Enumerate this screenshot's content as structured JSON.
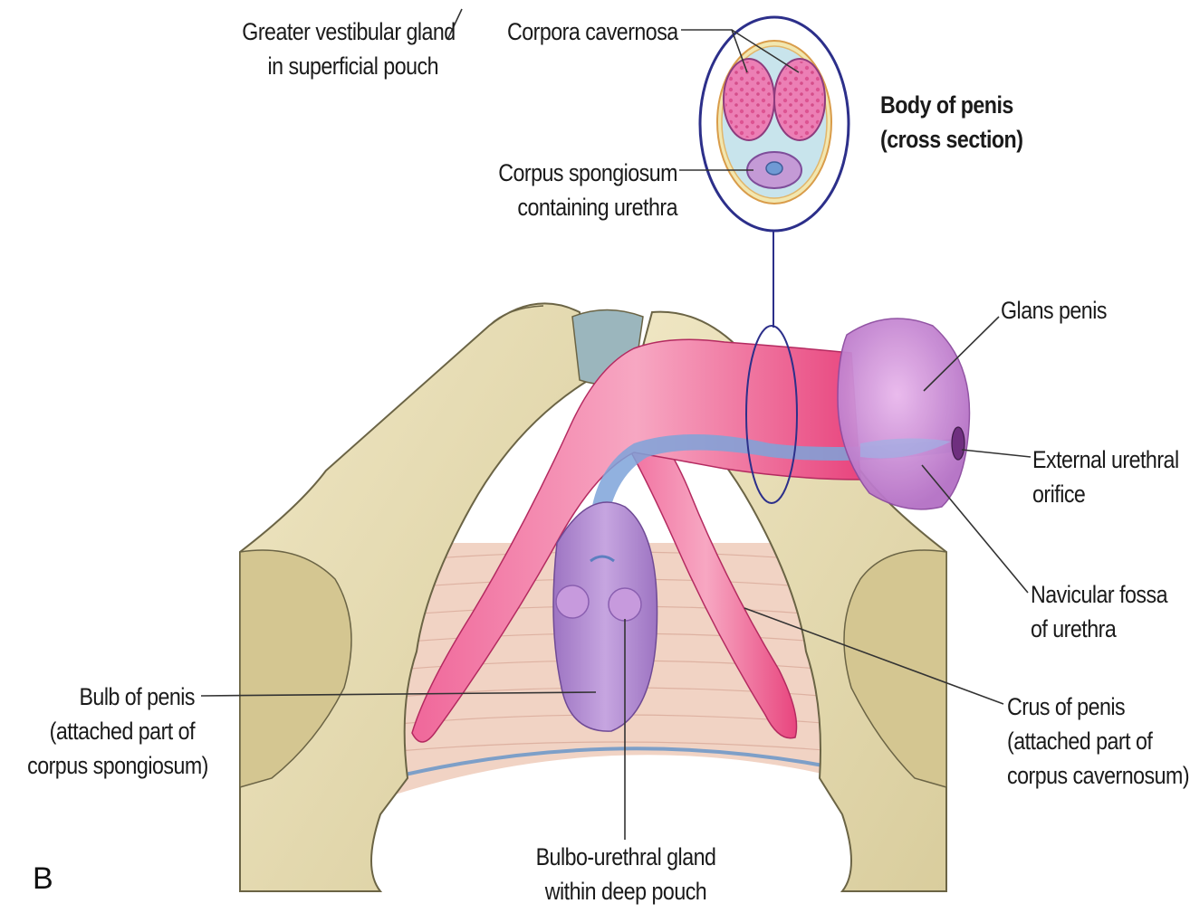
{
  "figure_panel": "B",
  "labels": {
    "greater_vestibular": [
      "Greater vestibular gland",
      "in superficial pouch"
    ],
    "corpora_cavernosa": [
      "Corpora cavernosa"
    ],
    "body_of_penis": [
      "Body of penis",
      "(cross section)"
    ],
    "corpus_spongiosum": [
      "Corpus spongiosum",
      "containing urethra"
    ],
    "glans_penis": [
      "Glans penis"
    ],
    "external_urethral": [
      "External urethral",
      "orifice"
    ],
    "navicular_fossa": [
      "Navicular fossa",
      "of urethra"
    ],
    "bulb_of_penis": [
      "Bulb of penis",
      "(attached part of",
      "corpus spongiosum)"
    ],
    "crus_of_penis": [
      "Crus of penis",
      "(attached part of",
      "corpus cavernosum)"
    ],
    "bulbo_urethral": [
      "Bulbo-urethral gland",
      "within deep pouch"
    ]
  },
  "colors": {
    "bone": "#e6dcb3",
    "bone_outline": "#6b6445",
    "cavernosum": "#e8457e",
    "spongiosum": "#a681c9",
    "glans": "#c98ad4",
    "urethra": "#7ea3d9",
    "membrane": "#f1d3c4",
    "ligament": "#9bb6bd",
    "leader_line": "#333333",
    "circle_outline": "#2c2f8a"
  }
}
